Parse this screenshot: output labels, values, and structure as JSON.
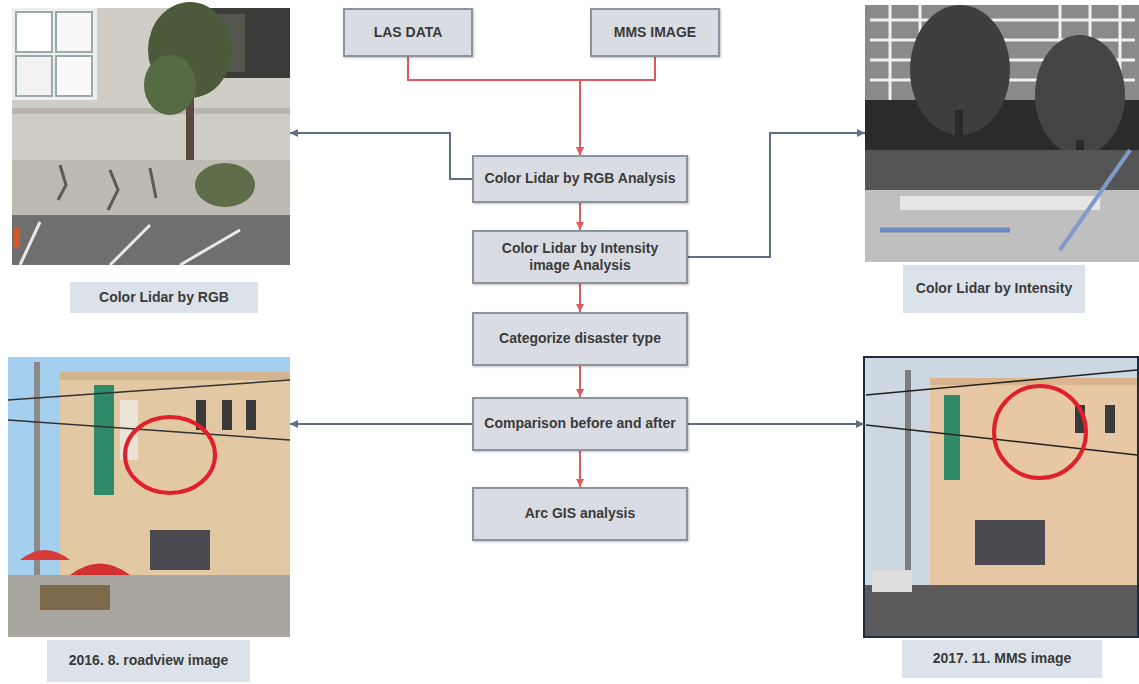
{
  "diagram": {
    "nodes": [
      {
        "text": [
          "LAS DATA"
        ]
      },
      {
        "text": [
          "MMS IMAGE"
        ]
      },
      {
        "text": [
          "Color Lidar by RGB Analysis"
        ]
      },
      {
        "text": [
          "Color Lidar by RGB"
        ]
      },
      {
        "text": [
          "Color Lidar by Intensity"
        ]
      },
      {
        "text": [
          "Color Lidar by Intensity image Analysis"
        ]
      },
      {
        "text": [
          "Categorize disaster type"
        ]
      },
      {
        "text": [
          "Comparison before and after"
        ]
      },
      {
        "text": [
          "2016. 8. roadview image"
        ]
      },
      {
        "text": [
          "2017. 11. MMS image"
        ]
      },
      {
        "text": [
          "Arc GIS analysis"
        ]
      }
    ],
    "edges": [
      {
        "from": 0,
        "to": 2,
        "arrow": "to"
      },
      {
        "from": 1,
        "to": 2,
        "arrow": "to"
      },
      {
        "from": 2,
        "to": 5,
        "arrow": "to"
      },
      {
        "from": 5,
        "to": 6,
        "arrow": "to"
      },
      {
        "from": 6,
        "to": 7,
        "arrow": "to"
      },
      {
        "from": 7,
        "to": 10,
        "arrow": "to"
      },
      {
        "from": 2,
        "to": 3,
        "arrow": "to"
      },
      {
        "from": 5,
        "to": 4,
        "arrow": "to"
      },
      {
        "from": 7,
        "to": 8,
        "arrow": "to"
      },
      {
        "from": 7,
        "to": 9,
        "arrow": "to"
      }
    ]
  }
}
